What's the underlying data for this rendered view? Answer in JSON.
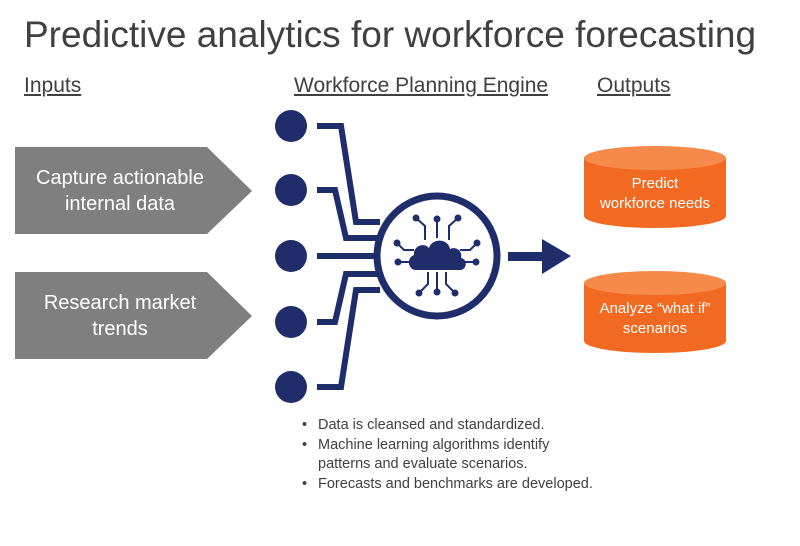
{
  "title": "Predictive analytics for workforce forecasting",
  "headers": {
    "inputs": "Inputs",
    "engine": "Workforce Planning Engine",
    "outputs": "Outputs"
  },
  "inputs": [
    {
      "line1": "Capture actionable",
      "line2": "internal data"
    },
    {
      "line1": "Research market",
      "line2": "trends"
    }
  ],
  "outputs": [
    {
      "line1": "Predict",
      "line2": "workforce needs"
    },
    {
      "line1": "Analyze “what if”",
      "line2": "scenarios"
    }
  ],
  "bullets": [
    "Data is cleansed and standardized.",
    "Machine learning algorithms identify patterns and evaluate scenarios.",
    "Forecasts and benchmarks are developed."
  ],
  "icons": {
    "engine": "cloud-network-icon",
    "flow": "arrow-right-icon"
  },
  "colors": {
    "navy": "#1f2d6b",
    "input_gray": "#7f7f7f",
    "output_orange": "#f26a22",
    "text": "#404040"
  }
}
